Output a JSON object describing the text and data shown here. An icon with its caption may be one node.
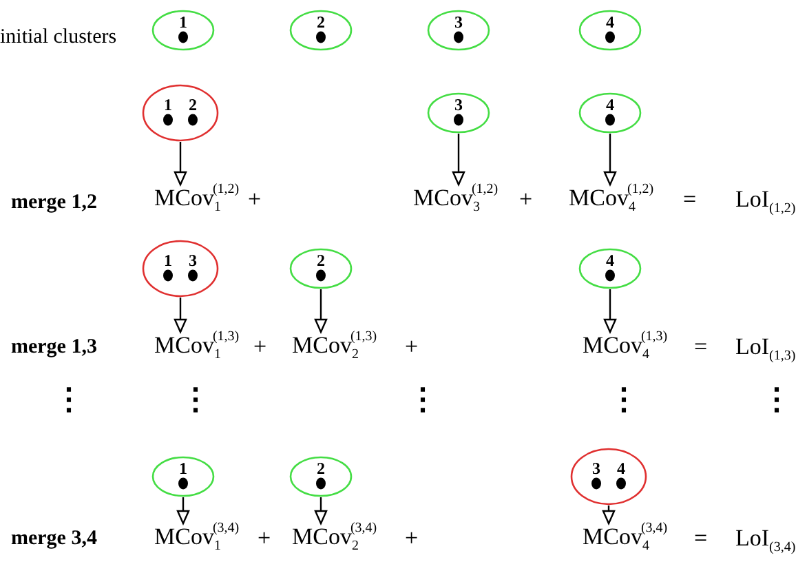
{
  "diagram": {
    "nodes": [
      {
        "text": [
          "1"
        ]
      },
      {
        "text": [
          "2"
        ]
      },
      {
        "text": [
          "3"
        ]
      },
      {
        "text": [
          "4"
        ]
      },
      {
        "text": [
          "1",
          "2"
        ]
      },
      {
        "text": [
          "3"
        ]
      },
      {
        "text": [
          "4"
        ]
      },
      {
        "text": [
          "MCov$_{1}$$^{(1,2)}$"
        ]
      },
      {
        "text": [
          "MCov$_{3}$$^{(1,2)}$"
        ]
      },
      {
        "text": [
          "MCov$_{4}$$^{(1,2)}$"
        ]
      },
      {
        "text": [
          "1",
          "3"
        ]
      },
      {
        "text": [
          "2"
        ]
      },
      {
        "text": [
          "4"
        ]
      },
      {
        "text": [
          "MCov$_{1}$$^{(1,3)}$"
        ]
      },
      {
        "text": [
          "MCov$_{2}$$^{(1,3)}$"
        ]
      },
      {
        "text": [
          "MCov$_{4}$$^{(1,3)}$"
        ]
      },
      {
        "text": [
          "1"
        ]
      },
      {
        "text": [
          "2"
        ]
      },
      {
        "text": [
          "3",
          "4"
        ]
      },
      {
        "text": [
          "MCov$_{1}$$^{(3,4)}$"
        ]
      },
      {
        "text": [
          "MCov$_{2}$$^{(3,4)}$"
        ]
      },
      {
        "text": [
          "MCov$_{4}$$^{(3,4)}$"
        ]
      }
    ],
    "edges": [
      {
        "from": 4,
        "to": 7,
        "arrow": "to"
      },
      {
        "from": 5,
        "to": 8,
        "arrow": "to"
      },
      {
        "from": 6,
        "to": 9,
        "arrow": "to"
      },
      {
        "from": 10,
        "to": 13,
        "arrow": "to"
      },
      {
        "from": 11,
        "to": 14,
        "arrow": "to"
      },
      {
        "from": 12,
        "to": 15,
        "arrow": "to"
      },
      {
        "from": 16,
        "to": 19,
        "arrow": "to"
      },
      {
        "from": 17,
        "to": 20,
        "arrow": "to"
      },
      {
        "from": 18,
        "to": 21,
        "arrow": "to"
      }
    ],
    "labels": [
      "initial clusters",
      "merge 1,2",
      "+",
      "+",
      "=",
      "LoI$_{(1,2)}$",
      "merge 1,3",
      "+",
      "+",
      "=",
      "LoI$_{(1,3)}$",
      "⋮",
      "⋮",
      "⋮",
      "⋮",
      "⋮",
      "merge 3,4",
      "+",
      "+",
      "=",
      "LoI$_{(3,4)}$"
    ]
  }
}
